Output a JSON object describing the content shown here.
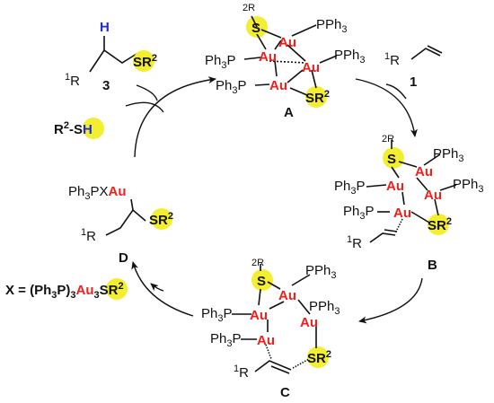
{
  "colors": {
    "gold_atom": "#e8231f",
    "thiolate_highlight": "#f3ee2f",
    "hydrogen": "#1f2bd8",
    "text": "#111111"
  },
  "complexes": {
    "A": {
      "label": "A",
      "r2s_top": "2R",
      "s_top": "S",
      "au": [
        "Au",
        "Au",
        "Au",
        "Au"
      ],
      "pph3_right_top": "PPh",
      "pph3_right_mid": "PPh",
      "ph3p_left_top": "Ph",
      "ph3p_left_bot": "Ph",
      "sr2": "SR",
      "sub3": "3",
      "sup2": "2",
      "p_label": "P"
    },
    "B": {
      "label": "B",
      "r2s_top": "2R",
      "s_top": "S",
      "au": [
        "Au",
        "Au",
        "Au",
        "Au"
      ],
      "pph3_a": "PPh",
      "pph3_b": "PPh",
      "ph3p_a": "Ph",
      "ph3p_b": "Ph",
      "sr2": "SR",
      "alkene_r": "R",
      "alkene_sup": "1",
      "sub3": "3",
      "sup2": "2",
      "p_label": "P"
    },
    "C": {
      "label": "C",
      "r2s_top": "2R",
      "s_top": "S",
      "au": [
        "Au",
        "Au",
        "Au"
      ],
      "pph3_a": "PPh",
      "pph3_b": "PPh",
      "ph3p_a": "Ph",
      "ph3p_b": "Ph",
      "sr2": "SR",
      "alkene_r": "R",
      "alkene_sup": "1",
      "sub3": "3",
      "sup2": "2",
      "p_label": "P"
    },
    "D": {
      "label": "D",
      "ph3p": "Ph",
      "px": "PX",
      "au": "Au",
      "sr2": "SR",
      "r": "R",
      "sup1": "1",
      "sub3": "3",
      "sup2": "2"
    }
  },
  "reagents": {
    "alkene_1": {
      "label": "1",
      "r": "R",
      "sup": "1"
    },
    "thiol": {
      "r": "R",
      "sup": "2",
      "s": "S",
      "h": "H"
    },
    "product_3": {
      "label": "3",
      "h": "H",
      "sr": "SR",
      "sup2": "2",
      "r": "R",
      "sup1": "1"
    }
  },
  "x_definition": {
    "x_eq": "X = (Ph",
    "p": "P)",
    "au": "Au",
    "s": "S",
    "r": "R",
    "sub3a": "3",
    "sub3b": "3",
    "sup2": "2"
  }
}
